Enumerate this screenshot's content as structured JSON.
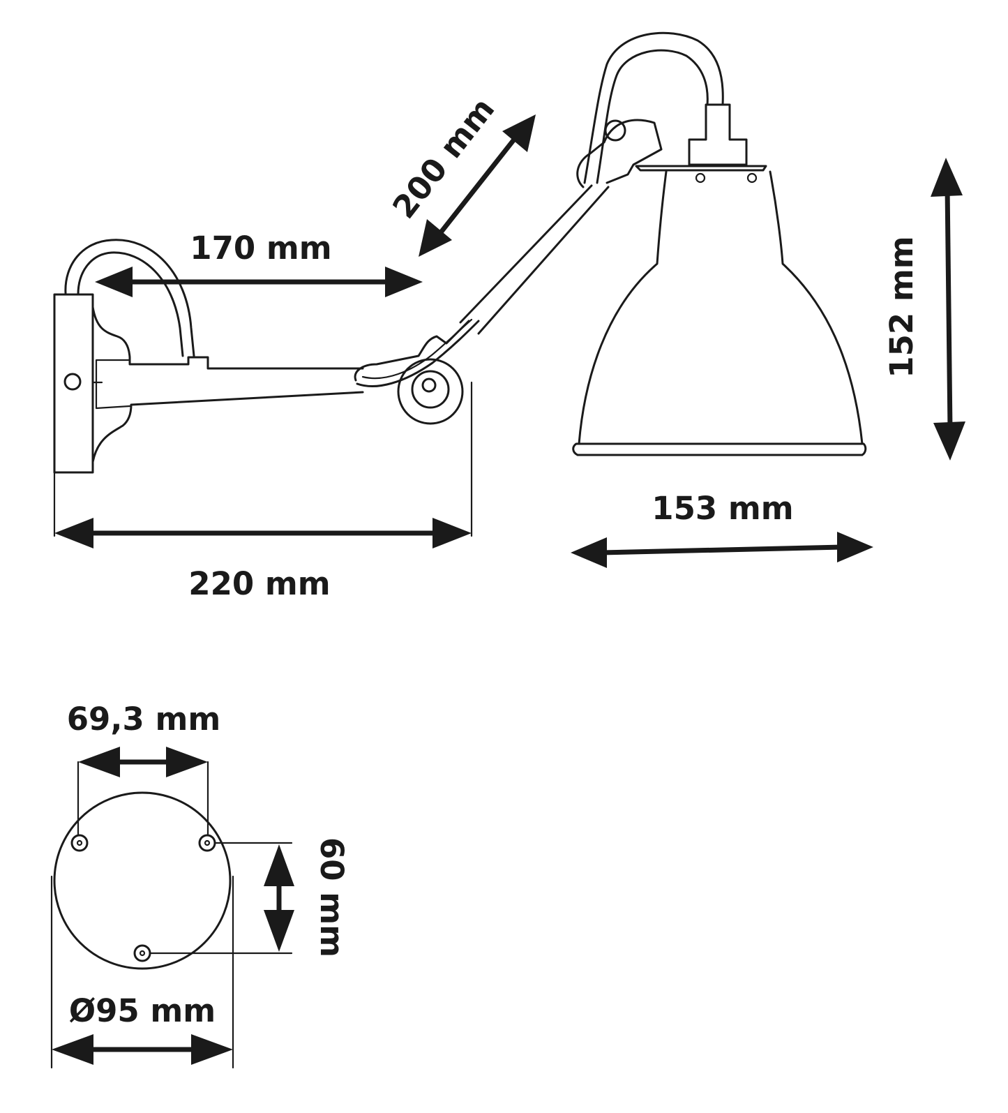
{
  "dimensions": {
    "arm_length": "170 mm",
    "upper_arm": "200 mm",
    "shade_height": "152 mm",
    "shade_width": "153 mm",
    "total_reach": "220 mm",
    "hole_spacing": "69,3 mm",
    "vertical_spacing": "60 mm",
    "base_diameter": "Ø95 mm"
  },
  "colors": {
    "ink": "#1a1a1a",
    "background": "#ffffff"
  }
}
